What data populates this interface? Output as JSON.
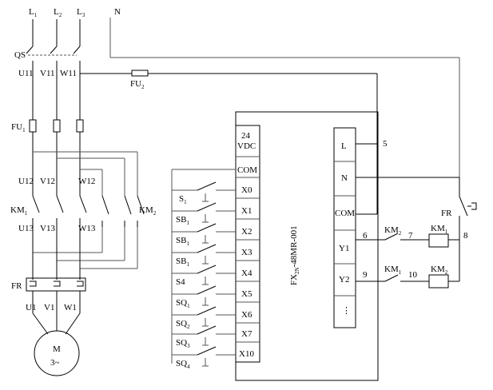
{
  "supply": {
    "phases": [
      {
        "base": "L",
        "sub": "1"
      },
      {
        "base": "L",
        "sub": "2"
      },
      {
        "base": "L",
        "sub": "3"
      }
    ],
    "neutral": "N"
  },
  "breaker": {
    "label": "QS",
    "terminals": [
      "U11",
      "V11",
      "W11"
    ]
  },
  "control_fuse": {
    "base": "FU",
    "sub": "2"
  },
  "main_fuse": {
    "base": "FU",
    "sub": "1"
  },
  "upper_terminals": [
    "U12",
    "V12",
    "W12"
  ],
  "contactors": {
    "km1": {
      "base": "KM",
      "sub": "1"
    },
    "km2": {
      "base": "KM",
      "sub": "2"
    },
    "inner_label": "W12"
  },
  "lower_terminals": [
    "U13",
    "V13",
    "W13"
  ],
  "overload": {
    "label": "FR"
  },
  "motor_terminals": [
    "U1",
    "V1",
    "W1"
  ],
  "motor": {
    "name": "M",
    "type": "3~"
  },
  "plc": {
    "model_pre": "FX",
    "model_sub": "2N",
    "model_post": "-48MR-001",
    "supply_top": "24",
    "supply_bottom": "VDC",
    "input_com": "COM",
    "inputs": [
      "X0",
      "X1",
      "X2",
      "X3",
      "X4",
      "X5",
      "X6",
      "X7",
      "X10"
    ],
    "outputs": [
      "L",
      "N",
      "COM",
      "Y1",
      "Y2",
      "⋮"
    ]
  },
  "input_devices": [
    {
      "base": "S",
      "sub": "1"
    },
    {
      "base": "SB",
      "sub": "1"
    },
    {
      "base": "SB",
      "sub": "1"
    },
    {
      "base": "SB",
      "sub": "1"
    },
    {
      "base": "S4",
      "sub": ""
    },
    {
      "base": "SQ",
      "sub": "1"
    },
    {
      "base": "SQ",
      "sub": "2"
    },
    {
      "base": "SQ",
      "sub": "3"
    },
    {
      "base": "SQ",
      "sub": "4"
    }
  ],
  "output_circuit": {
    "node_5": "5",
    "node_6": "6",
    "node_7": "7",
    "node_8": "8",
    "node_9": "9",
    "node_10": "10",
    "fr_contact": "FR",
    "km2_contact": {
      "base": "KM",
      "sub": "2"
    },
    "km1_contact": {
      "base": "KM",
      "sub": "1"
    },
    "km1_coil": {
      "base": "KM",
      "sub": "1"
    },
    "km2_coil": {
      "base": "KM",
      "sub": "2"
    }
  }
}
